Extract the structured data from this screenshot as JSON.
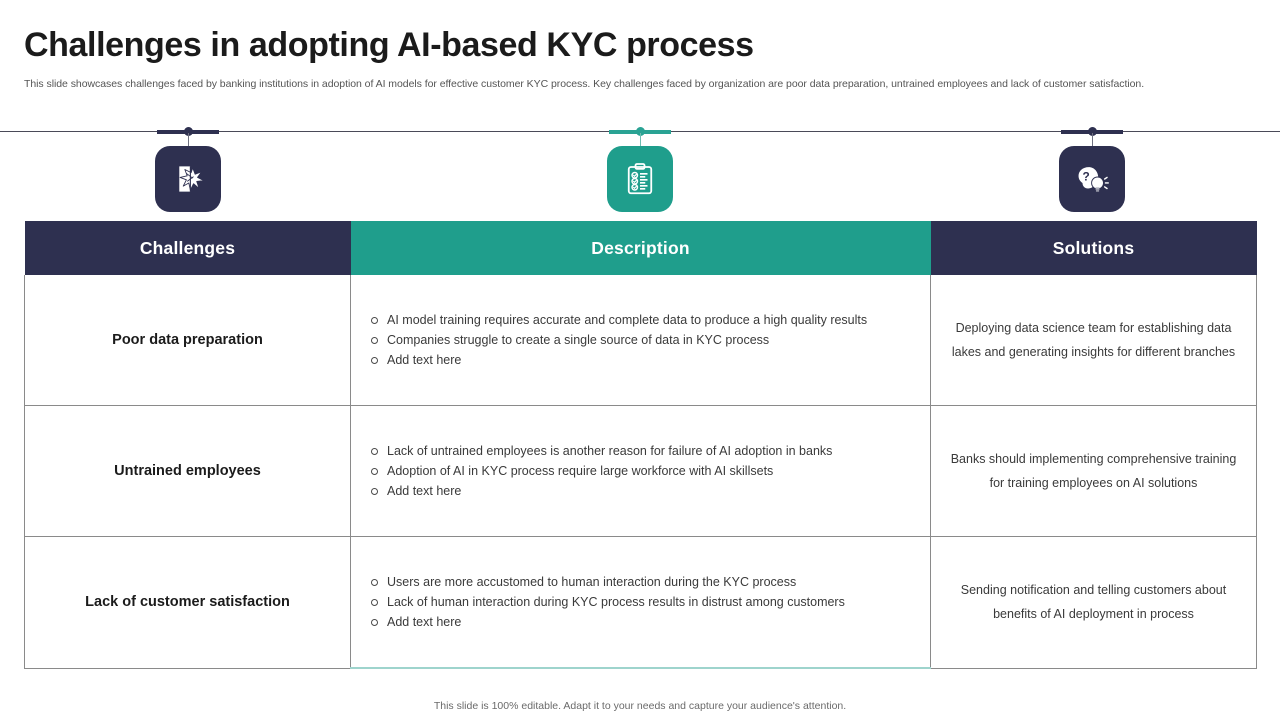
{
  "header": {
    "title": "Challenges in adopting AI-based KYC process",
    "subtitle": "This slide showcases challenges faced by banking institutions in  adoption of AI models  for effective customer KYC process. Key challenges faced by organization are poor data preparation, untrained employees and lack of customer satisfaction."
  },
  "icons": [
    {
      "name": "broken-document-burst-icon",
      "color": "#2e3050",
      "accent": "navy"
    },
    {
      "name": "clipboard-checklist-icon",
      "color": "#1f9e8c",
      "accent": "teal"
    },
    {
      "name": "brain-question-lightbulb-icon",
      "color": "#2e3050",
      "accent": "navy"
    }
  ],
  "table": {
    "columns": [
      {
        "label": "Challenges",
        "accent": "navy"
      },
      {
        "label": "Description",
        "accent": "teal"
      },
      {
        "label": "Solutions",
        "accent": "navy"
      }
    ],
    "rows": [
      {
        "challenge": "Poor data preparation",
        "description": [
          "AI model training requires  accurate and complete data to produce  a high quality results",
          "Companies  struggle to create  a single source  of data  in KYC process",
          "Add text here"
        ],
        "solution": "Deploying  data science team for establishing  data lakes and generating  insights for different  branches"
      },
      {
        "challenge": "Untrained employees",
        "description": [
          "Lack of untrained  employees is another  reason for failure  of AI adoption  in banks",
          "Adoption  of AI in KYC process require  large workforce  with AI skillsets",
          "Add text here"
        ],
        "solution": "Banks should implementing  comprehensive  training for training employees on AI solutions"
      },
      {
        "challenge": "Lack of customer satisfaction",
        "description": [
          "Users are  more accustomed to human interaction during  the KYC process",
          "Lack of human interaction  during  KYC process results in distrust among customers",
          "Add text here"
        ],
        "solution": "Sending notification and telling customers about benefits of AI deployment  in process"
      }
    ]
  },
  "footer": {
    "note": "This slide is 100% editable.  Adapt it to your needs and capture your audience's attention."
  },
  "colors": {
    "navy": "#2e3050",
    "teal": "#1f9e8c",
    "teal_light": "#9ed4cd",
    "border": "#8a8a8a"
  }
}
